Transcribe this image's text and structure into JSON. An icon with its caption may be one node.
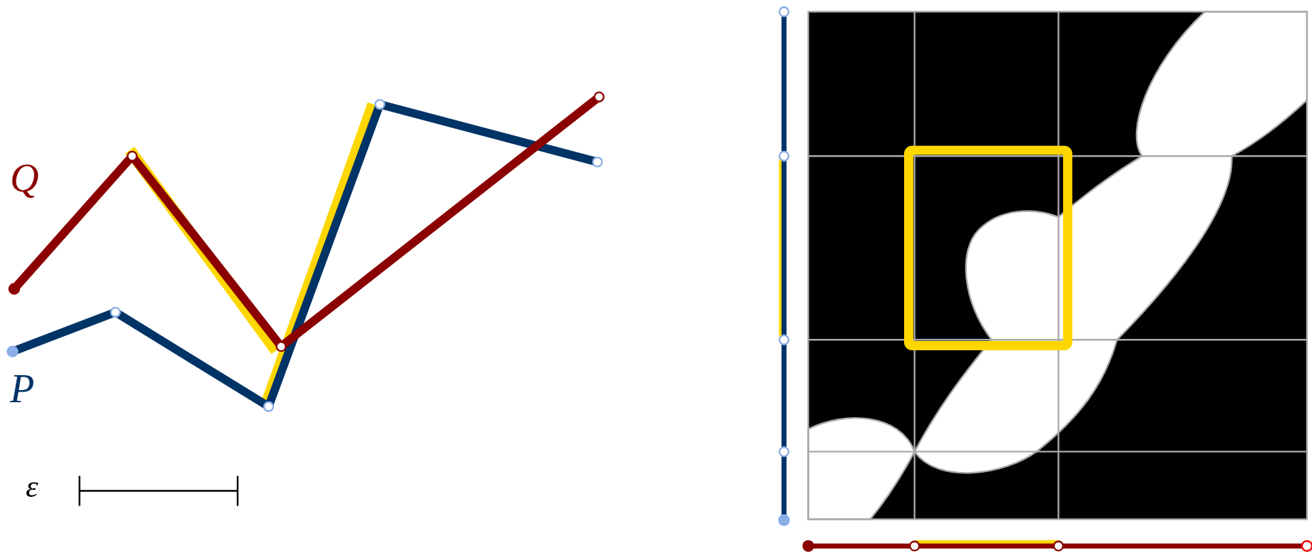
{
  "diagram": {
    "labels": [
      "Q",
      "P",
      "ε"
    ]
  }
}
